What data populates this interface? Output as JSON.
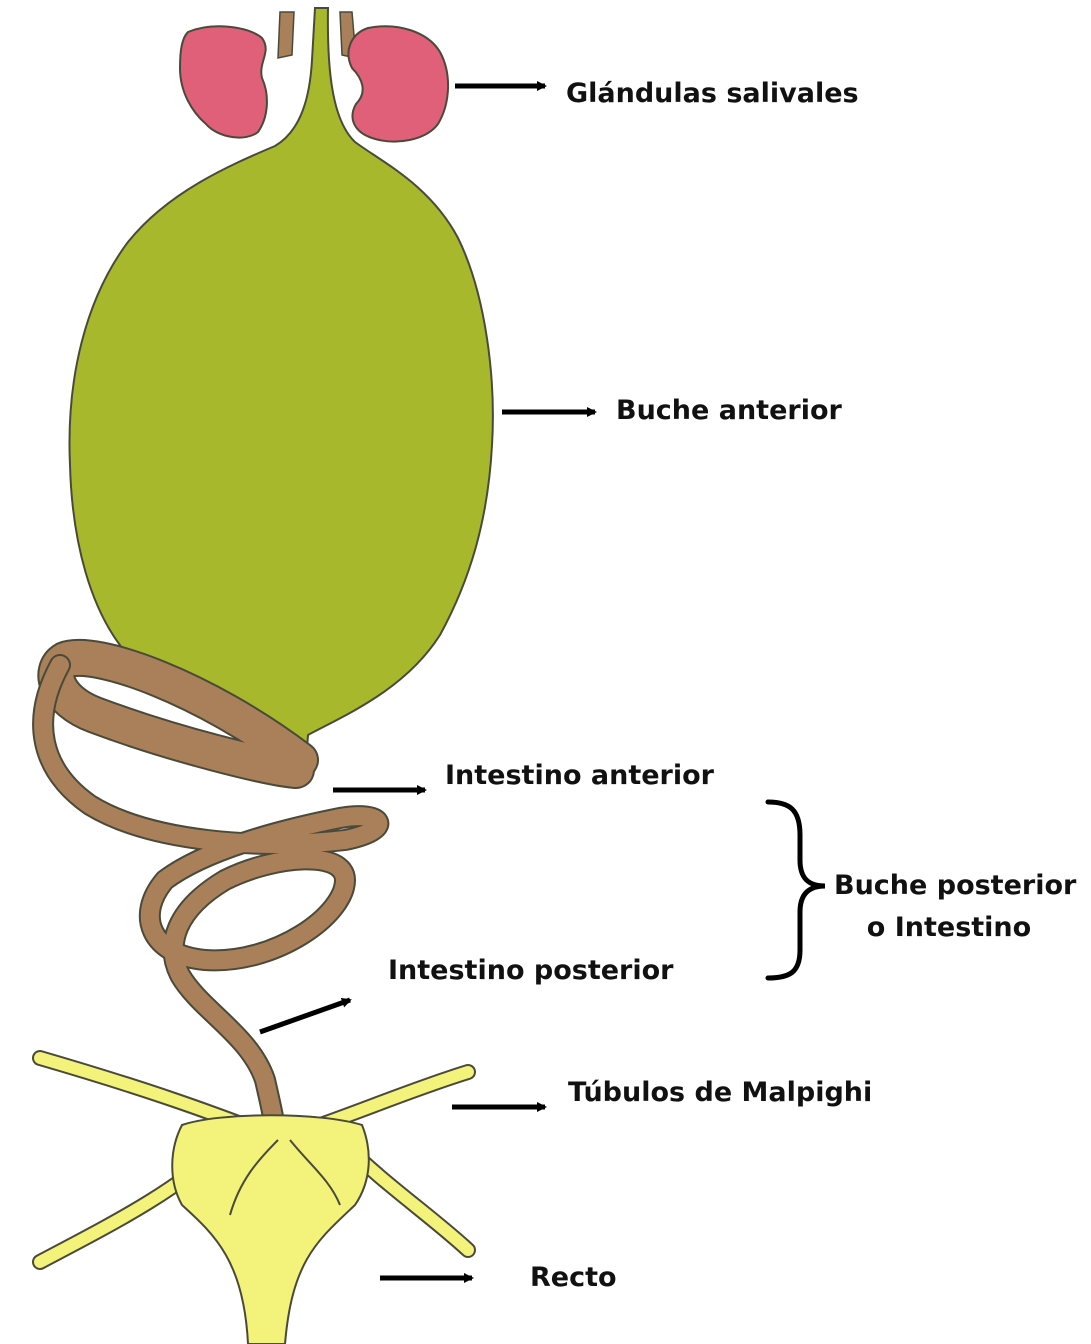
{
  "labels": {
    "salivary_glands": "Glándulas salivales",
    "anterior_crop": "Buche anterior",
    "anterior_intestine": "Intestino anterior",
    "posterior_crop_line1": "Buche posterior",
    "posterior_crop_line2": "o Intestino",
    "posterior_intestine": "Intestino posterior",
    "malpighian_tubules": "Túbulos de Malpighi",
    "rectum": "Recto"
  },
  "colors": {
    "salivary_glands": "#e0607a",
    "crop": "#a8b82c",
    "intestine": "#a9805a",
    "tubules_rectum": "#f3f27a",
    "outline": "#4a4a3a",
    "arrows": "#000000"
  }
}
